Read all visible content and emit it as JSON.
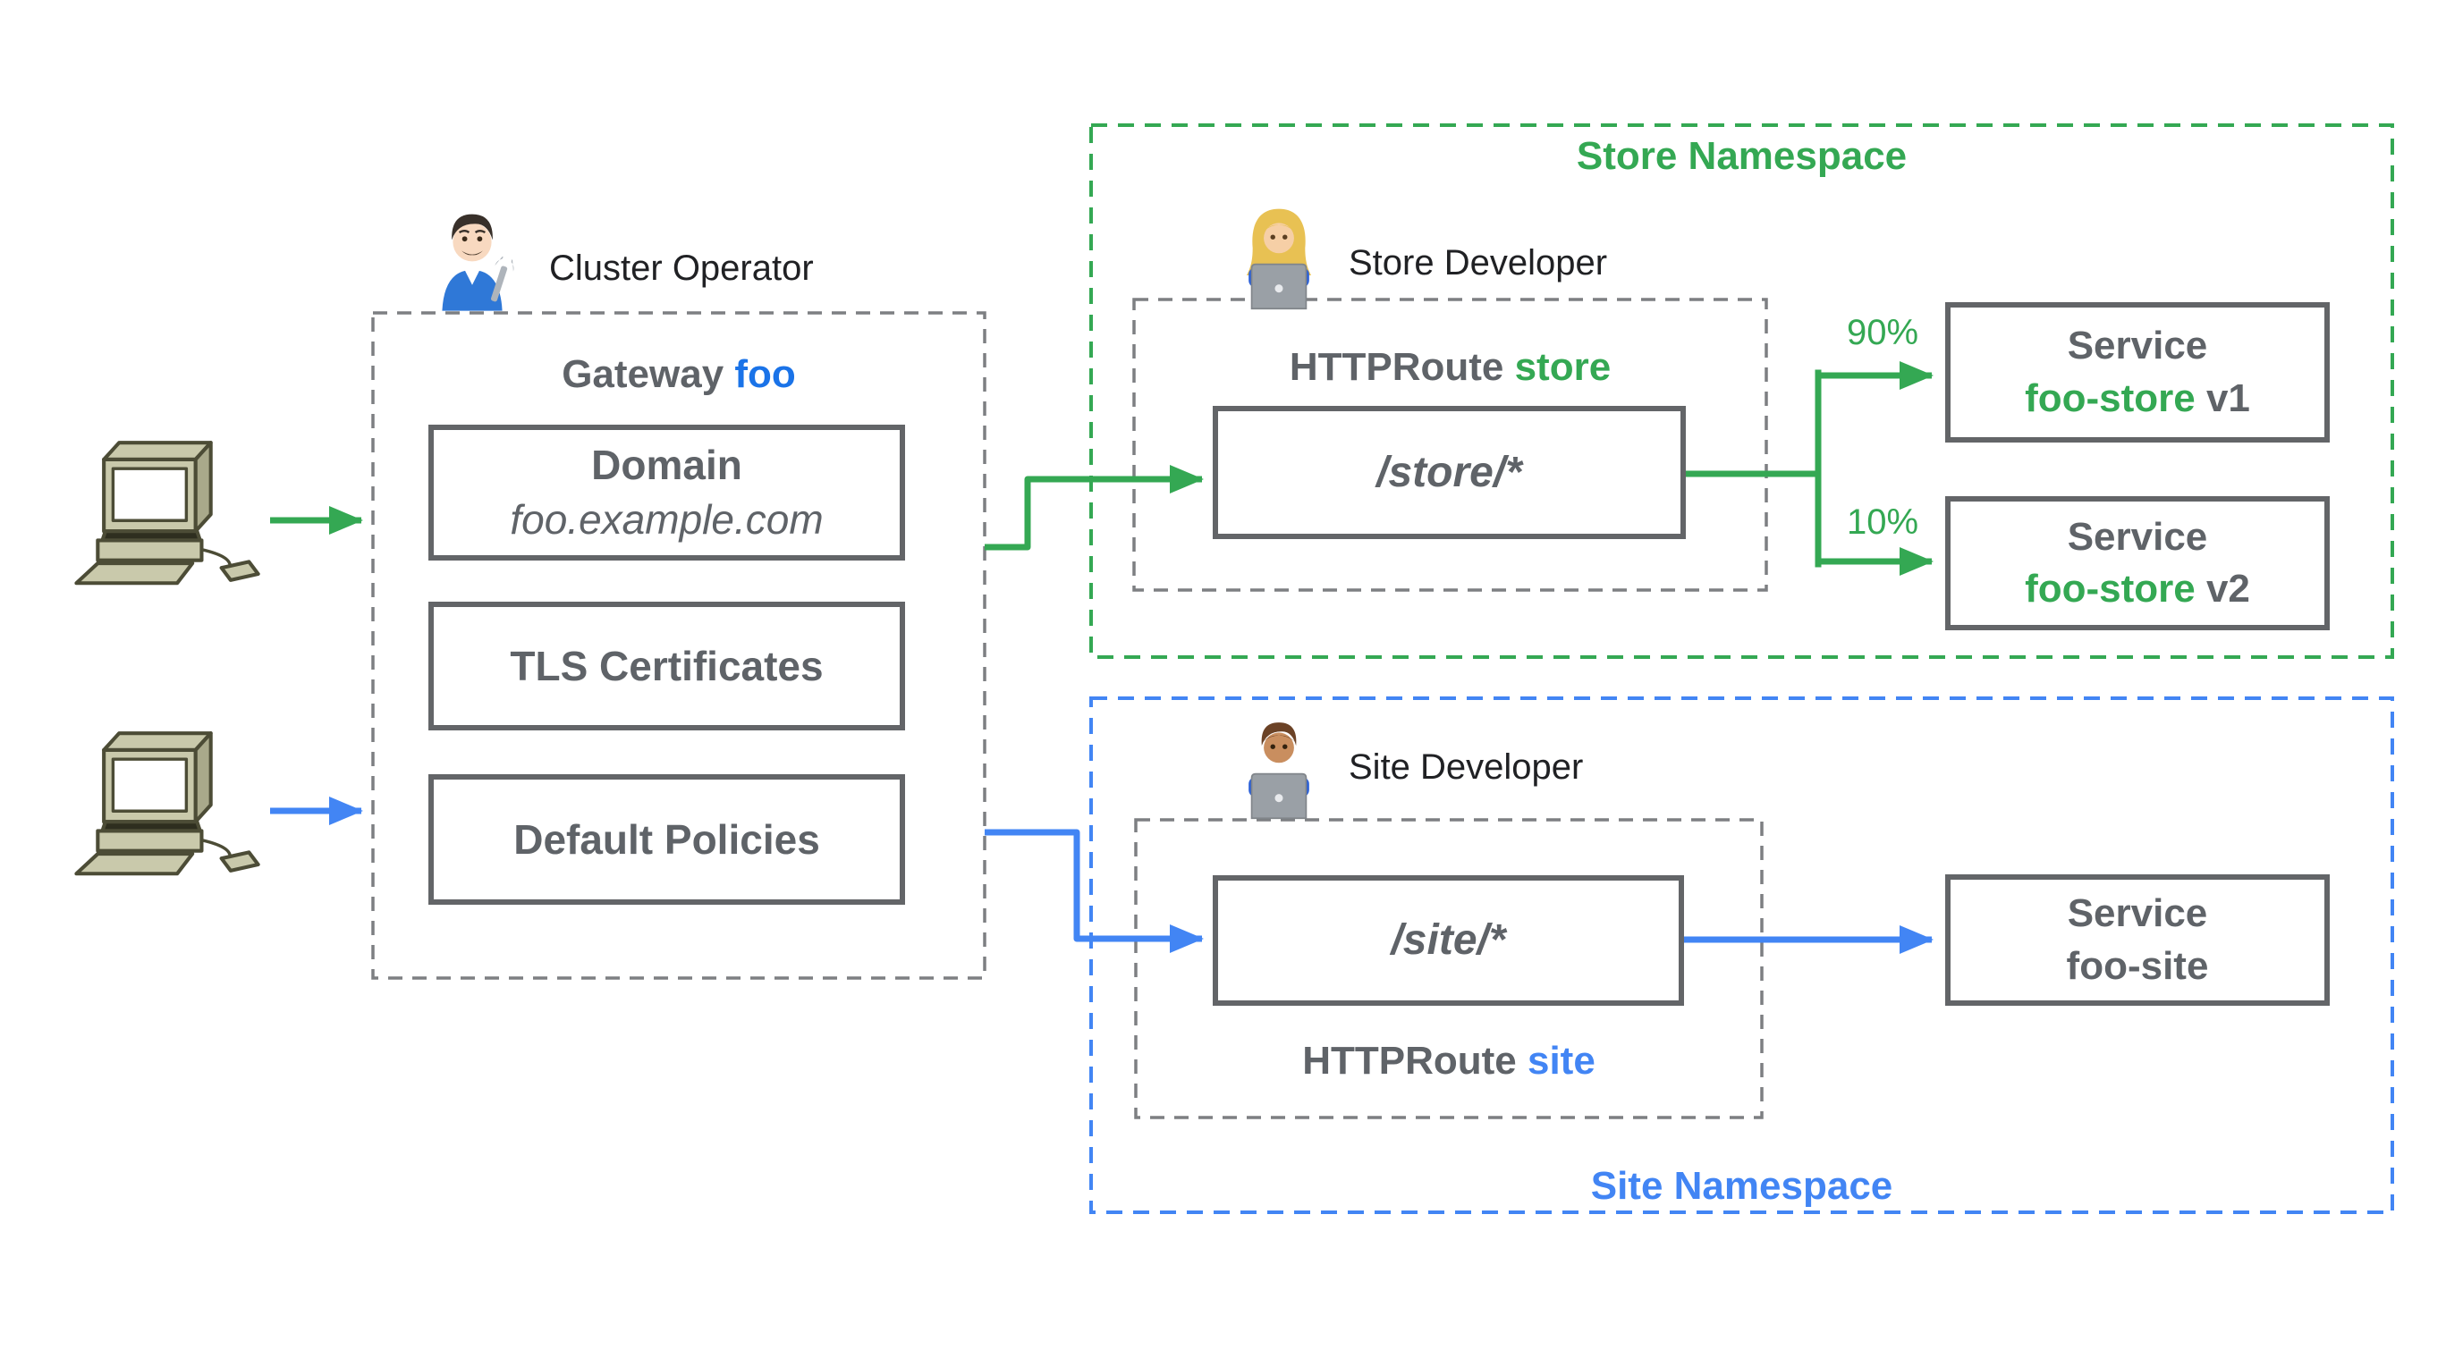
{
  "colors": {
    "green": "#34a853",
    "blue": "#4285f4",
    "blue_dark": "#1a73e8",
    "text_gray": "#5f6368",
    "text_dark": "#202124",
    "box_border": "#636568",
    "dashed_gray": "#7d7f82"
  },
  "gateway": {
    "operator_label": "Cluster Operator",
    "title_prefix": "Gateway ",
    "title_accent": "foo",
    "domain_title": "Domain",
    "domain_value": "foo.example.com",
    "tls_label": "TLS Certificates",
    "policies_label": "Default Policies"
  },
  "store_namespace": {
    "title": "Store Namespace",
    "developer_label": "Store Developer",
    "httproute_prefix": "HTTPRoute ",
    "httproute_accent": "store",
    "route_path": "/store/*",
    "weight_v1": "90%",
    "weight_v2": "10%",
    "service_v1": {
      "type_label": "Service",
      "name": "foo-store",
      "version": " v1"
    },
    "service_v2": {
      "type_label": "Service",
      "name": "foo-store",
      "version": " v2"
    }
  },
  "site_namespace": {
    "title": "Site Namespace",
    "developer_label": "Site Developer",
    "httproute_prefix": "HTTPRoute ",
    "httproute_accent": "site",
    "route_path": "/site/*",
    "service": {
      "type_label": "Service",
      "name": "foo-site"
    }
  }
}
